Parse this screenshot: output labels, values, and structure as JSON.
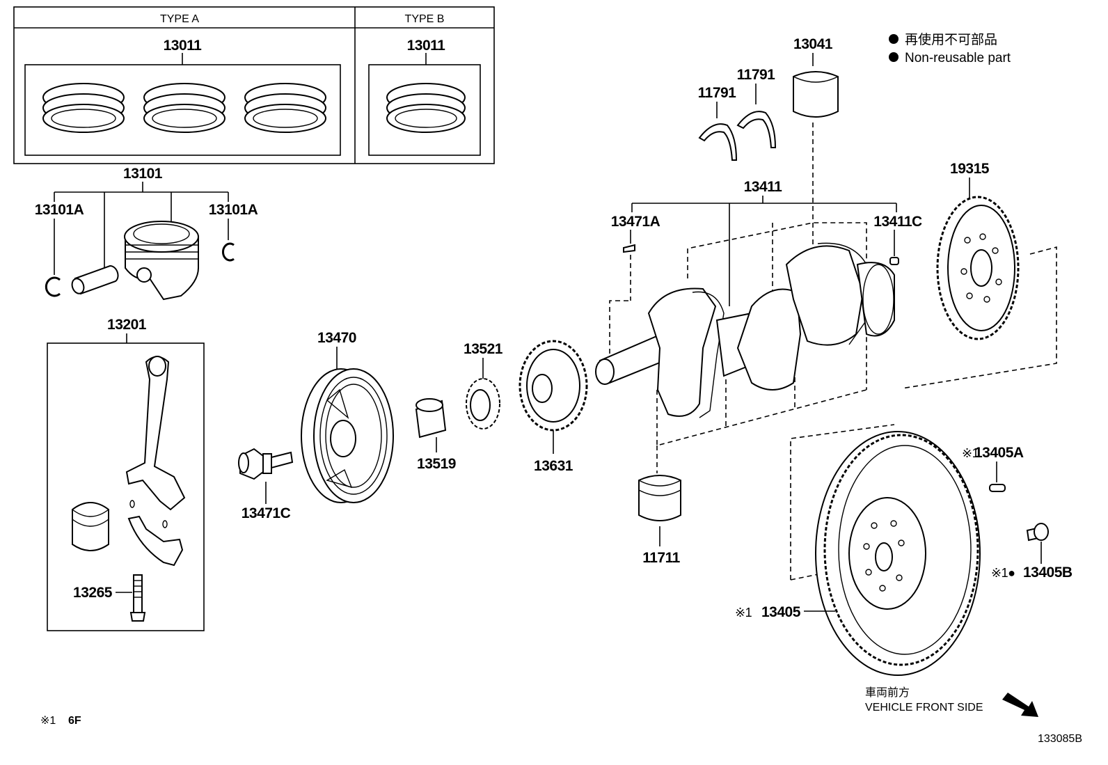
{
  "type_boxes": [
    {
      "title": "TYPE A",
      "part": "13011"
    },
    {
      "title": "TYPE B",
      "part": "13011"
    }
  ],
  "legend": {
    "jp": "再使用不可部品",
    "en": "Non-reusable part"
  },
  "parts": {
    "piston": "13101",
    "snap_ring_left": "13101A",
    "snap_ring_right": "13101A",
    "conrod": "13201",
    "conrod_bolt": "13265",
    "pulley": "13470",
    "pulley_bolt": "13471C",
    "spacer": "13519",
    "crank_sprocket": "13521",
    "balancer_gear": "13631",
    "crank_bearing": "13041",
    "thrust_washer_1": "11791",
    "thrust_washer_2": "11791",
    "crankshaft": "13411",
    "key": "13471A",
    "pin": "13411C",
    "timing_rotor": "19315",
    "lower_bearing": "11711",
    "flywheel": "13405",
    "flywheel_pin": "13405A",
    "flywheel_bolt": "13405B"
  },
  "marks": {
    "ref": "※1",
    "flywheel_pin_prefix": "※1",
    "flywheel_bolt_prefix": "※1●",
    "flywheel_prefix": "※1"
  },
  "footnote": {
    "mark": "※1",
    "text": "6F"
  },
  "direction": {
    "jp": "車両前方",
    "en": "VEHICLE FRONT SIDE"
  },
  "diagram_id": "133085B"
}
